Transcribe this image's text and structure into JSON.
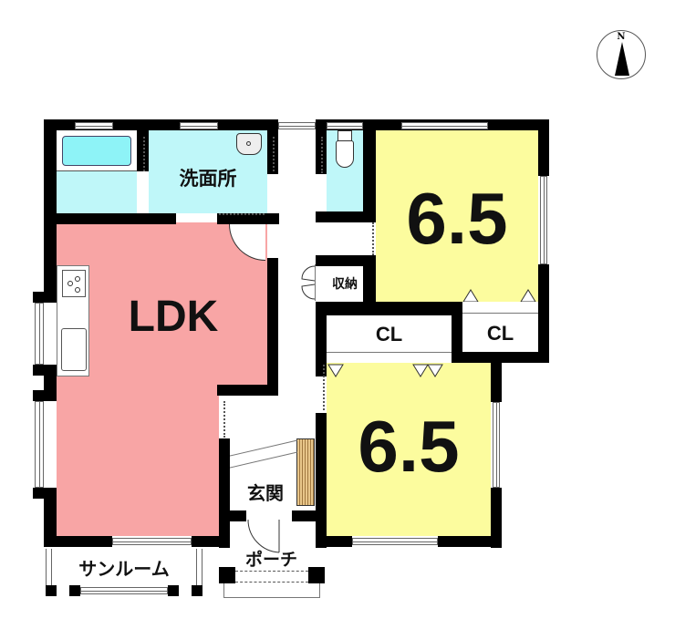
{
  "compass": {
    "label": "N",
    "icon": "north-arrow-icon"
  },
  "rooms": {
    "ldk": {
      "label": "LDK",
      "color": "#F8A5A5"
    },
    "washroom": {
      "label": "洗面所",
      "color": "#BFF7F9"
    },
    "bath": {
      "label": "",
      "color": "#BFF7F9",
      "tub_color": "#8EF3F7"
    },
    "toilet": {
      "label": "",
      "color": "#BFF7F9"
    },
    "bedroom_north": {
      "label": "6.5",
      "color": "#FCFC9E"
    },
    "bedroom_south": {
      "label": "6.5",
      "color": "#FCFC9E"
    },
    "closet_left": {
      "label": "CL"
    },
    "closet_right": {
      "label": "CL"
    },
    "storage": {
      "label": "収納"
    },
    "entrance": {
      "label": "玄関",
      "shoe_rack_color": "#E8C68A"
    },
    "porch": {
      "label": "ポーチ"
    },
    "sunroom": {
      "label": "サンルーム"
    }
  },
  "colors": {
    "wall": "#000000",
    "background": "#FFFFFF"
  }
}
